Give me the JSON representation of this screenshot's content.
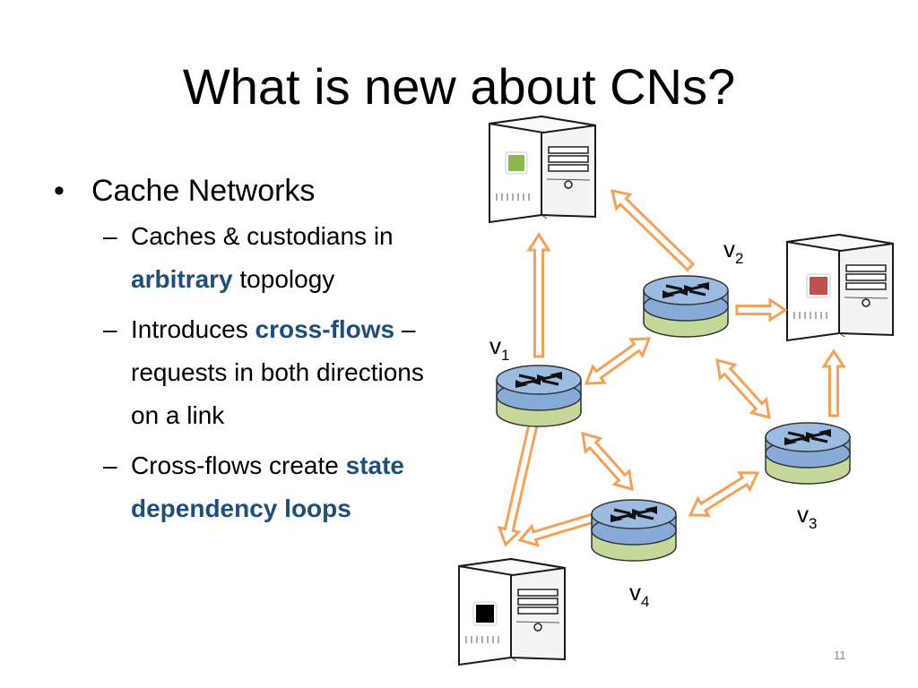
{
  "slide": {
    "title": "What is new about CNs?",
    "page_number": "11"
  },
  "bullets": {
    "main": "Cache Networks",
    "sub": [
      {
        "parts": [
          "Caches & custodians in ",
          "arbitrary",
          " topology"
        ]
      },
      {
        "parts": [
          "Introduces ",
          "cross-flows",
          " – requests in both directions on a link"
        ]
      },
      {
        "parts": [
          "Cross-flows create ",
          "state dependency loops",
          ""
        ]
      }
    ]
  },
  "diagram": {
    "nodes": [
      {
        "name": "v",
        "subscript": "1"
      },
      {
        "name": "v",
        "subscript": "2"
      },
      {
        "name": "v",
        "subscript": "3"
      },
      {
        "name": "v",
        "subscript": "4"
      }
    ],
    "servers": [
      {
        "badge_color": "#8db84f"
      },
      {
        "badge_color": "#c0504d"
      },
      {
        "badge_color": "#000000"
      }
    ],
    "colors": {
      "arrow": "#f2a25a",
      "router_top": "#87aad6",
      "router_bottom": "#c4d89a"
    }
  }
}
